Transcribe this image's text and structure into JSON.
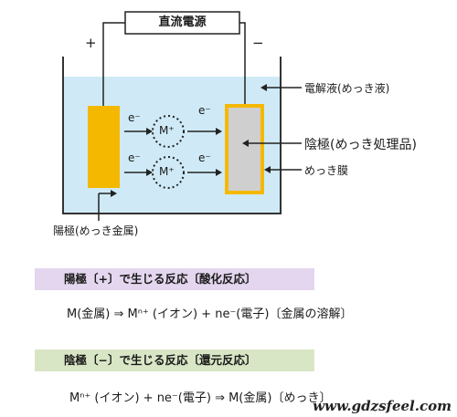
{
  "power_supply": {
    "label": "直流電源",
    "plus": "+",
    "minus": "−"
  },
  "labels": {
    "electrolyte": "電解液(めっき液)",
    "cathode": "陰極(めっき処理品)",
    "plating_film": "めっき膜",
    "anode": "陽極(めっき金属)"
  },
  "electron": "e⁻",
  "ion": "M⁺",
  "anode_reaction": {
    "title": "陽極〔+〕で生じる反応〔酸化反応〕",
    "equation": "M(金属) ⇒ Mⁿ⁺ (イオン) + ne⁻(電子)〔金属の溶解〕"
  },
  "cathode_reaction": {
    "title": "陰極〔−〕で生じる反応〔還元反応〕",
    "equation": "Mⁿ⁺ (イオン) + ne⁻(電子) ⇒ M(金属)〔めっき〕"
  },
  "watermark": "www.gdzsfeel.com",
  "colors": {
    "electrolyte": "#cfeaf6",
    "anode": "#f5b800",
    "cathode_fill": "#cfcfcf",
    "cathode_border": "#f5b800",
    "anode_banner": "#e3d6ee",
    "cathode_banner": "#d9e6c5"
  }
}
